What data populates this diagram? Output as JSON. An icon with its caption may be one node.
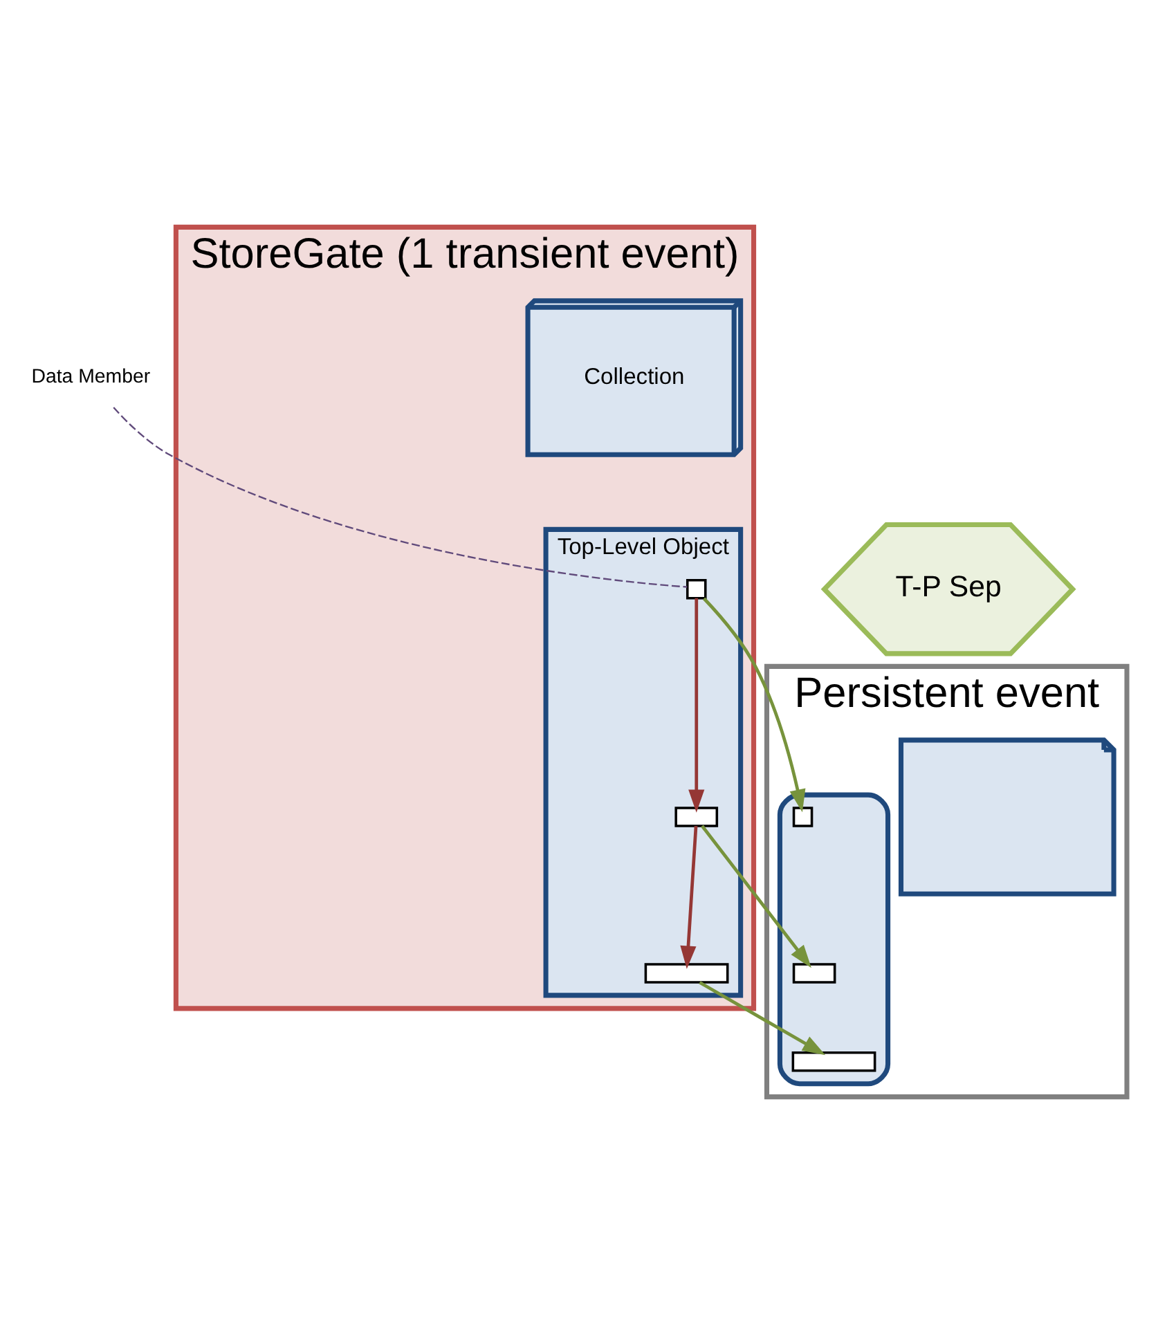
{
  "diagram": {
    "nodes": [
      {
        "text": [
          "StoreGate (1 transient event)"
        ]
      },
      {
        "text": [
          "Top-Level Object"
        ],
        "in": 0
      },
      {
        "text": [
          "Collection"
        ],
        "in": 0
      },
      {
        "text": [],
        "shape": "box",
        "in": 1
      },
      {
        "text": [],
        "shape": "box",
        "in": 1
      },
      {
        "text": [],
        "shape": "box",
        "in": 1
      },
      {
        "text": [
          "Data Member"
        ]
      },
      {
        "text": [
          "T-P Sep"
        ]
      },
      {
        "text": [
          "Persistent event"
        ]
      },
      {
        "text": [],
        "shape": "document",
        "in": 8
      },
      {
        "text": [],
        "shape": "document",
        "in": 8
      },
      {
        "text": [],
        "shape": "box",
        "in": 9
      },
      {
        "text": [],
        "shape": "box",
        "in": 9
      },
      {
        "text": [],
        "shape": "box",
        "in": 9
      }
    ],
    "edges": [
      {
        "from": 5,
        "to": 4,
        "arrow": "to",
        "color": "#953735"
      },
      {
        "from": 4,
        "to": 3,
        "arrow": "to",
        "color": "#953735"
      },
      {
        "from": 6,
        "to": 5,
        "arrow": "none",
        "style": "dashed",
        "color": "#604a7b"
      },
      {
        "from": 5,
        "to": 11,
        "arrow": "to"
      },
      {
        "from": 3,
        "to": 12,
        "arrow": "to"
      },
      {
        "from": 4,
        "to": 13,
        "arrow": "to"
      }
    ]
  }
}
